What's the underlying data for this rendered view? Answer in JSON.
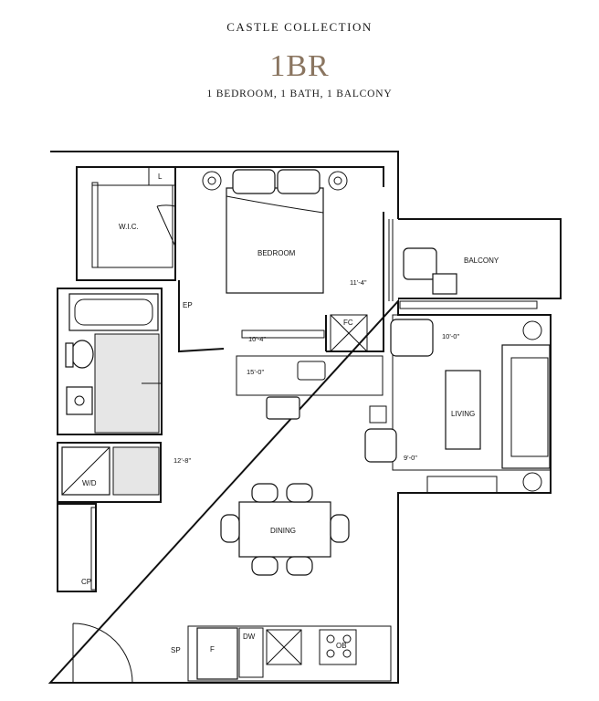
{
  "header": {
    "collection": "CASTLE COLLECTION",
    "plan_code": "1BR",
    "summary": "1 BEDROOM, 1 BATH, 1 BALCONY"
  },
  "rooms": {
    "wic": "W.I.C.",
    "linen": "L",
    "bedroom": "BEDROOM",
    "balcony": "BALCONY",
    "living": "LIVING",
    "dining": "DINING",
    "wd": "W/D",
    "cp": "CP",
    "sp": "SP",
    "fridge": "F",
    "dw": "DW",
    "ob": "OB",
    "ep": "EP",
    "fc": "FC"
  },
  "dimensions": {
    "bedroom_width": "10'-4\"",
    "bedroom_length": "11'-4\"",
    "kitchen_width": "15'-0\"",
    "living_width": "10'-0\"",
    "living_length": "9'-0\"",
    "dining_length": "12'-8\""
  }
}
